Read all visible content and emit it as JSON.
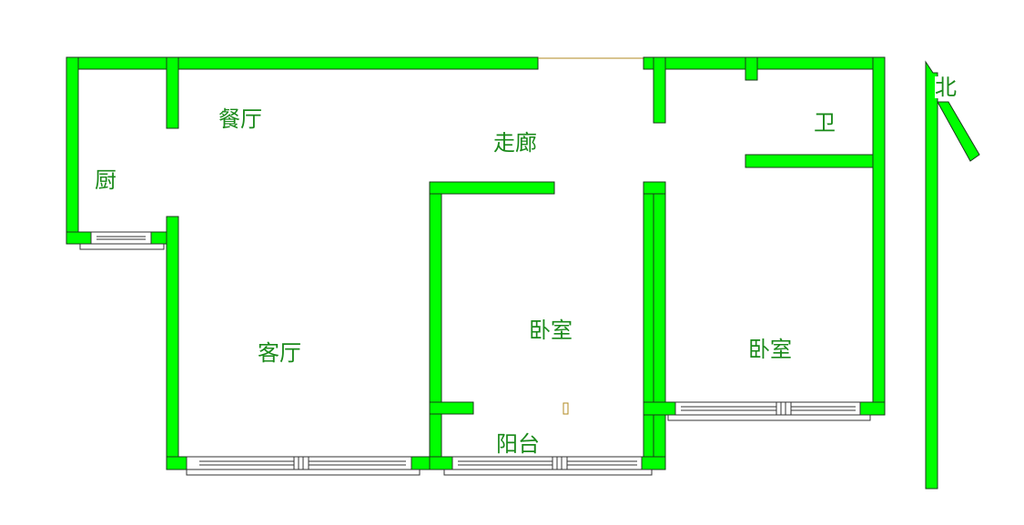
{
  "diagram": {
    "type": "floor-plan",
    "colors": {
      "wall": "#00ff00",
      "wall_outline": "#1a3a1a",
      "label": "#1a8a1a",
      "door_line": "#b08a20"
    },
    "rooms": [
      {
        "id": "kitchen",
        "label": "厨"
      },
      {
        "id": "dining",
        "label": "餐厅"
      },
      {
        "id": "corridor",
        "label": "走廊"
      },
      {
        "id": "bathroom",
        "label": "卫"
      },
      {
        "id": "living",
        "label": "客厅"
      },
      {
        "id": "bedroom1",
        "label": "卧室"
      },
      {
        "id": "bedroom2",
        "label": "卧室"
      },
      {
        "id": "balcony",
        "label": "阳台"
      }
    ],
    "compass": {
      "label": "北"
    }
  }
}
